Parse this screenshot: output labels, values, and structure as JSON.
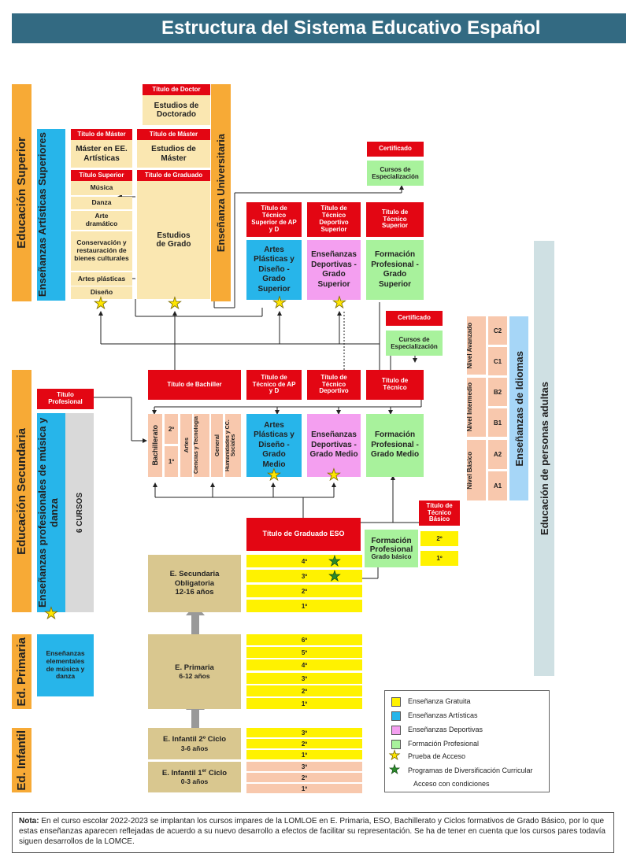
{
  "title": "Estructura del Sistema Educativo Español",
  "stages": {
    "superior": "Educación Superior",
    "secundaria": "Educación Secundaria",
    "primaria": "Ed. Primaria",
    "infantil": "Ed. Infantil"
  },
  "superior": {
    "titulo_doctor": "Título de Doctor",
    "doctorado": "Estudios de Doctorado",
    "ens_universitaria": "Enseñanza Universitaria",
    "titulo_master": "Título de Máster",
    "estudios_master": "Estudios de Máster",
    "titulo_graduado": "Título de Graduado",
    "estudios_grado": "Estudios de Grado",
    "ens_artisticas": "Enseñanzas Artísticas Superiores",
    "titulo_master_art": "Título de Máster",
    "master_art": "Máster en EE. Artísticas",
    "titulo_superior": "Título Superior",
    "art_items": [
      "Música",
      "Danza",
      "Arte dramático",
      "Conservación y restauración de bienes culturales",
      "Artes plásticas",
      "Diseño"
    ],
    "tit_ap_sup": "Título de Técnico Superior de AP y D",
    "tit_dep_sup": "Título de Técnico Deportivo Superior",
    "tit_fp_sup": "Título de Técnico Superior",
    "ap_sup": "Artes Plásticas y Diseño - Grado Superior",
    "dep_sup": "Enseñanzas Deportivas - Grado Superior",
    "fp_sup": "Formación Profesional - Grado Superior",
    "certificado1": "Certificado",
    "cursos_esp1": "Cursos de Especialización",
    "certificado2": "Certificado",
    "cursos_esp2": "Cursos de Especialización"
  },
  "secundaria": {
    "titulo_bachiller": "Título de Bachiller",
    "tit_ap_medio": "Título de Técnico de AP y D",
    "tit_dep_medio": "Título de Técnico Deportivo",
    "tit_tecnico": "Título de Técnico",
    "titulo_profesional": "Título Profesional",
    "ens_prof_musica": "Enseñanzas profesionales de música y danza",
    "seis_cursos": "6 CURSOS",
    "bachillerato": "Bachillerato",
    "bach_years": [
      "2º",
      "1º"
    ],
    "modalidades": [
      "Artes",
      "Ciencias y Tecnología",
      "General",
      "Humanidades y CC. Sociales"
    ],
    "ap_medio": "Artes Plásticas y Diseño - Grado Medio",
    "dep_medio": "Enseñanzas Deportivas - Grado Medio",
    "fp_medio": "Formación Profesional - Grado Medio",
    "titulo_eso": "Título de Graduado ESO",
    "tit_tec_basico": "Título de Técnico Básico",
    "fp_basica": "Formación Profesional",
    "fp_basica_sub": "Grado básico",
    "fp_basica_years": [
      "2º",
      "1º"
    ],
    "eso": "E. Secundaria Obligatoria",
    "eso_ages": "12-16 años",
    "eso_years": [
      "4º",
      "3º",
      "2º",
      "1º"
    ]
  },
  "primaria": {
    "ens_elementales": "Enseñanzas elementales de música y danza",
    "name": "E. Primaria",
    "ages": "6-12 años",
    "years": [
      "6º",
      "5º",
      "4º",
      "3º",
      "2º",
      "1º"
    ]
  },
  "infantil": {
    "ciclo2": "E. Infantil 2º Ciclo",
    "ciclo2_ages": "3-6 años",
    "ciclo2_years": [
      "3º",
      "2º",
      "1º"
    ],
    "ciclo1_pre": "E. Infantil 1",
    "ciclo1_sup": "er",
    "ciclo1_post": " Ciclo",
    "ciclo1_ages": "0-3 años",
    "ciclo1_years": [
      "3º",
      "2º",
      "1º"
    ]
  },
  "idiomas": {
    "label": "Enseñanzas de Idiomas",
    "niveles": [
      "Nivel Avanzado",
      "Nivel Intermedio",
      "Nivel Básico"
    ],
    "codes": [
      "C2",
      "C1",
      "B2",
      "B1",
      "A2",
      "A1"
    ]
  },
  "adultos": "Educación de personas adultas",
  "legend": [
    {
      "label": "Enseñanza Gratuita",
      "color": "#fff200"
    },
    {
      "label": "Enseñanzas Artísticas",
      "color": "#27b5ea"
    },
    {
      "label": "Enseñanzas Deportivas",
      "color": "#f49ff0"
    },
    {
      "label": "Formación Profesional",
      "color": "#a8f29c"
    }
  ],
  "legend_prueba": "Prueba de Acceso",
  "legend_diversificacion": "Programas de Diversificación Curricular",
  "legend_condiciones": "Acceso con condiciones",
  "note_label": "Nota:",
  "note_text": " En el curso escolar 2022-2023 se implantan los cursos impares de la LOMLOE en E. Primaria, ESO, Bachillerato y Ciclos formativos de Grado Básico, por lo que estas enseñanzas aparecen reflejadas de acuerdo a su nuevo desarrollo a efectos de facilitar su representación. Se ha de tener en cuenta que los cursos pares todavía siguen desarrollos de la LOMCE."
}
